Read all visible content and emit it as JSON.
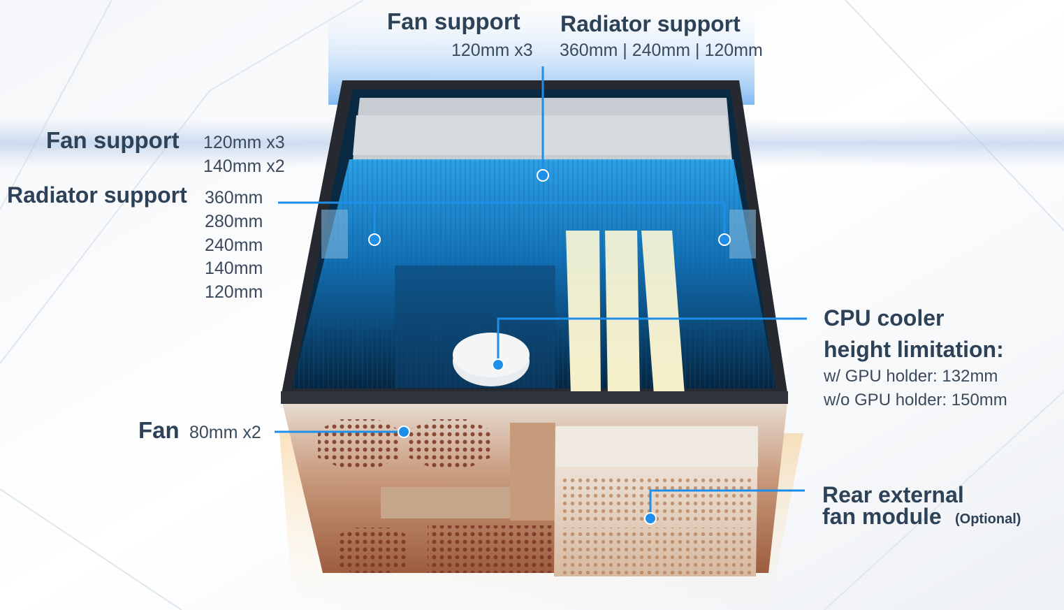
{
  "colors": {
    "accent": "#1e8ee8",
    "label": "#2d4157"
  },
  "image": {
    "subject": "rackmount-server-chassis-cutaway"
  },
  "callouts": {
    "top_fan": {
      "title": "Fan support",
      "value": "120mm x3"
    },
    "top_radiator": {
      "title": "Radiator support",
      "value": "360mm | 240mm | 120mm"
    },
    "side_fan": {
      "title": "Fan support",
      "values": [
        "120mm x3",
        "140mm x2"
      ]
    },
    "side_radiator": {
      "title": "Radiator support",
      "values": [
        "360mm",
        "280mm",
        "240mm",
        "140mm",
        "120mm"
      ]
    },
    "cpu": {
      "title_line1": "CPU cooler",
      "title_line2": "height limitation:",
      "values": [
        "w/ GPU holder: 132mm",
        "w/o GPU holder: 150mm"
      ]
    },
    "front_fan": {
      "title": "Fan",
      "value": "80mm x2"
    },
    "rear_module": {
      "title_line1": "Rear external",
      "title_line2": "fan module",
      "optional": "(Optional)"
    }
  }
}
